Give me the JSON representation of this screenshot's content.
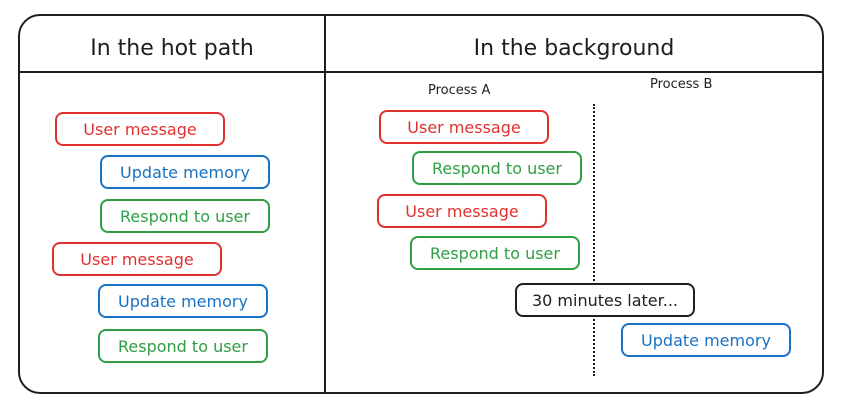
{
  "columns": {
    "left_title": "In the hot path",
    "right_title": "In the background"
  },
  "process_labels": {
    "a": "Process A",
    "b": "Process B"
  },
  "hot_path": [
    {
      "label": "User message",
      "kind": "user-message"
    },
    {
      "label": "Update memory",
      "kind": "update-memory"
    },
    {
      "label": "Respond to user",
      "kind": "respond"
    },
    {
      "label": "User message",
      "kind": "user-message"
    },
    {
      "label": "Update memory",
      "kind": "update-memory"
    },
    {
      "label": "Respond to user",
      "kind": "respond"
    }
  ],
  "background": {
    "process_a": [
      {
        "label": "User message",
        "kind": "user-message"
      },
      {
        "label": "Respond to user",
        "kind": "respond"
      },
      {
        "label": "User message",
        "kind": "user-message"
      },
      {
        "label": "Respond to user",
        "kind": "respond"
      }
    ],
    "delay_note": "30 minutes later...",
    "process_b": [
      {
        "label": "Update memory",
        "kind": "update-memory"
      }
    ]
  },
  "colors": {
    "user_message": "#e03131",
    "update_memory": "#1971c2",
    "respond": "#2f9e44",
    "outline": "#1e1e1e"
  }
}
